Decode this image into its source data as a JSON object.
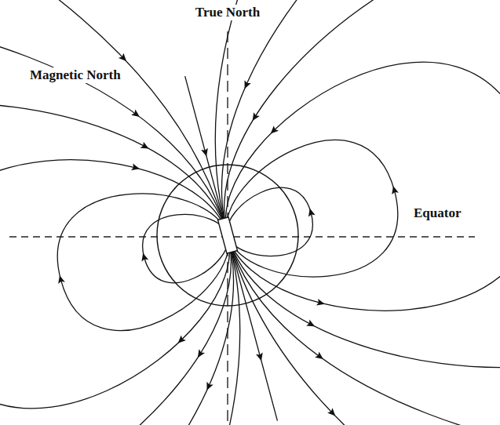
{
  "diagram": {
    "labels": [
      "True North",
      "Magnetic North",
      "Equator"
    ]
  }
}
